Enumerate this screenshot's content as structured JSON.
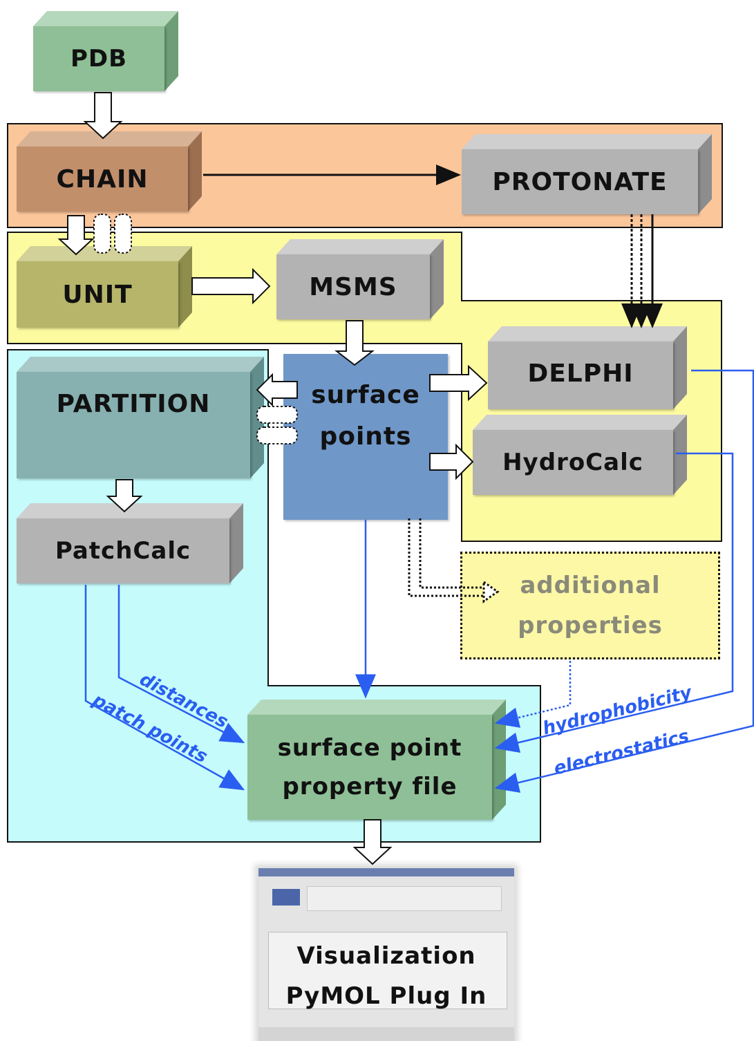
{
  "nodes": {
    "pdb": "PDB",
    "chain": "CHAIN",
    "protonate": "PROTONATE",
    "unit": "UNIT",
    "msms": "MSMS",
    "partition": "PARTITION",
    "surface_points_1": "surface",
    "surface_points_2": "points",
    "delphi": "DELPHI",
    "hydrocalc": "HydroCalc",
    "patchcalc": "PatchCalc",
    "additional_1": "additional",
    "additional_2": "properties",
    "spf_1": "surface point",
    "spf_2": "property file",
    "vis_1": "Visualization",
    "vis_2": "PyMOL Plug In"
  },
  "edge_labels": {
    "distances": "distances",
    "patch_points": "patch points",
    "hydrophobicity": "hydrophobicity",
    "electrostatics": "electrostatics"
  },
  "colors": {
    "orange_region": "#fcc69b",
    "yellow_region": "#fdfba0",
    "cyan_region": "#c5fbfb",
    "green_box": "#8fbf96",
    "brown_box": "#c28f6b",
    "olive_box": "#b6b56a",
    "gray_box": "#b3b3b3",
    "teal_box": "#87b0b0",
    "blue_box": "#6f97c8",
    "blue_line": "#2a5ef0"
  }
}
